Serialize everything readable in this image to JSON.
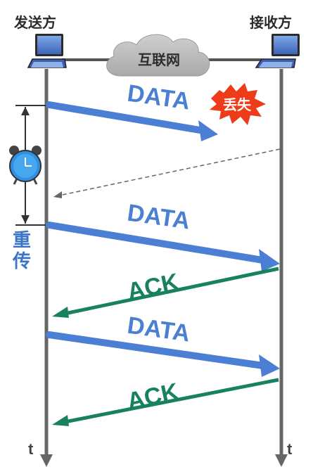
{
  "parties": {
    "sender": "发送方",
    "receiver": "接收方"
  },
  "network_label": "互联网",
  "lost_label": "丢失",
  "retransmit_label": "重传",
  "time_label": "t",
  "messages": [
    {
      "text": "DATA",
      "status": "lost"
    },
    {
      "text": "DATA",
      "status": "delivered"
    },
    {
      "text": "ACK",
      "status": "delivered"
    },
    {
      "text": "DATA",
      "status": "delivered"
    },
    {
      "text": "ACK",
      "status": "delivered"
    }
  ],
  "colors": {
    "data_arrow": "#4a7fd4",
    "ack_arrow": "#17825b",
    "timeline": "#666666",
    "lost_burst": "#ee3b1a",
    "cloud": "#b9b9b9"
  }
}
